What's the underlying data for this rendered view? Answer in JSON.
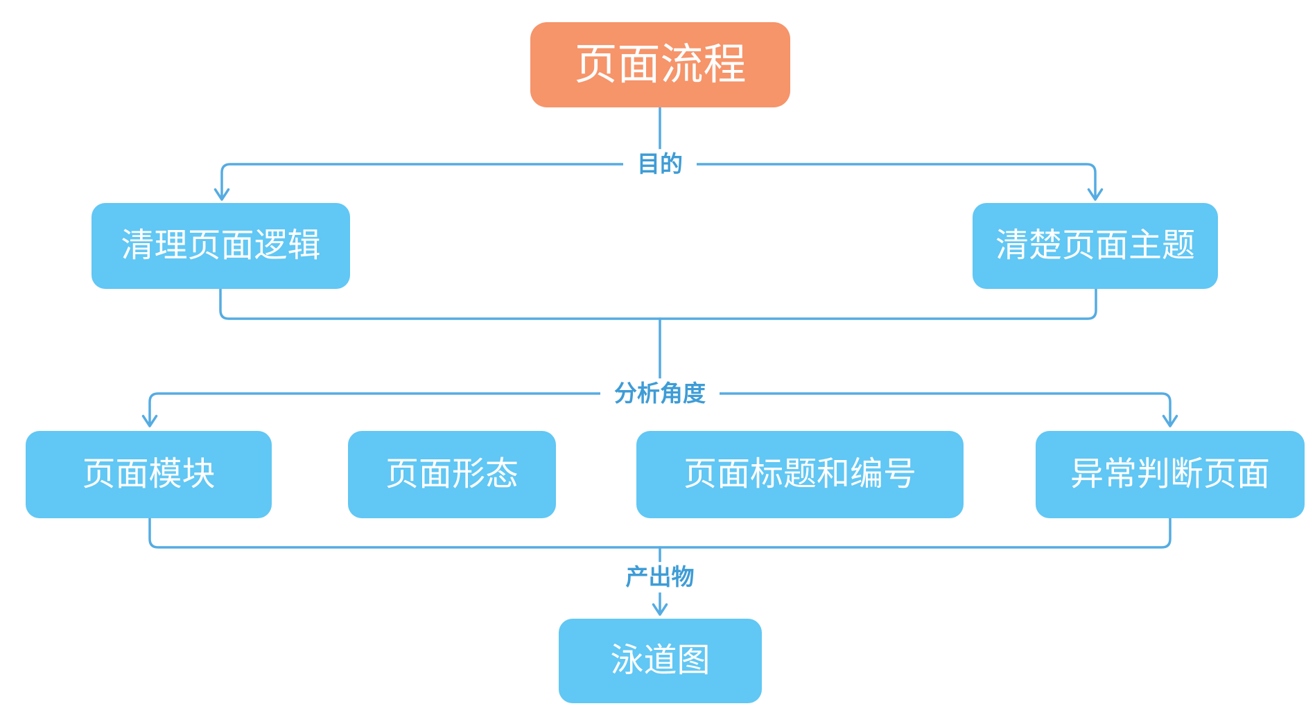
{
  "diagram": {
    "title_node": {
      "label": "页面流程"
    },
    "edge_labels": {
      "purpose": "目的",
      "analysis_angle": "分析角度",
      "deliverable": "产出物"
    },
    "purpose_nodes": [
      {
        "label": "清理页面逻辑"
      },
      {
        "label": "清楚页面主题"
      }
    ],
    "analysis_nodes": [
      {
        "label": "页面模块"
      },
      {
        "label": "页面形态"
      },
      {
        "label": "页面标题和编号"
      },
      {
        "label": "异常判断页面"
      }
    ],
    "deliverable_node": {
      "label": "泳道图"
    },
    "colors": {
      "root_fill": "#F6946A",
      "node_fill": "#61C7F4",
      "connector": "#55ACE2",
      "edge_label_text": "#3E9CD6",
      "node_text": "#FFFFFF",
      "background": "#FFFFFF"
    }
  }
}
